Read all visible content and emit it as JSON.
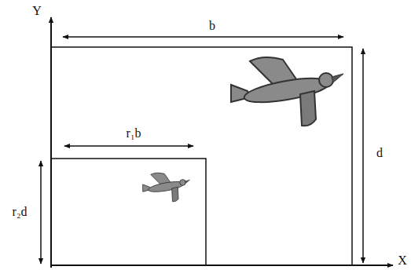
{
  "diagram": {
    "labels": [
      "Y",
      "b",
      "d",
      "r₁b",
      "r₂d",
      "X"
    ]
  }
}
